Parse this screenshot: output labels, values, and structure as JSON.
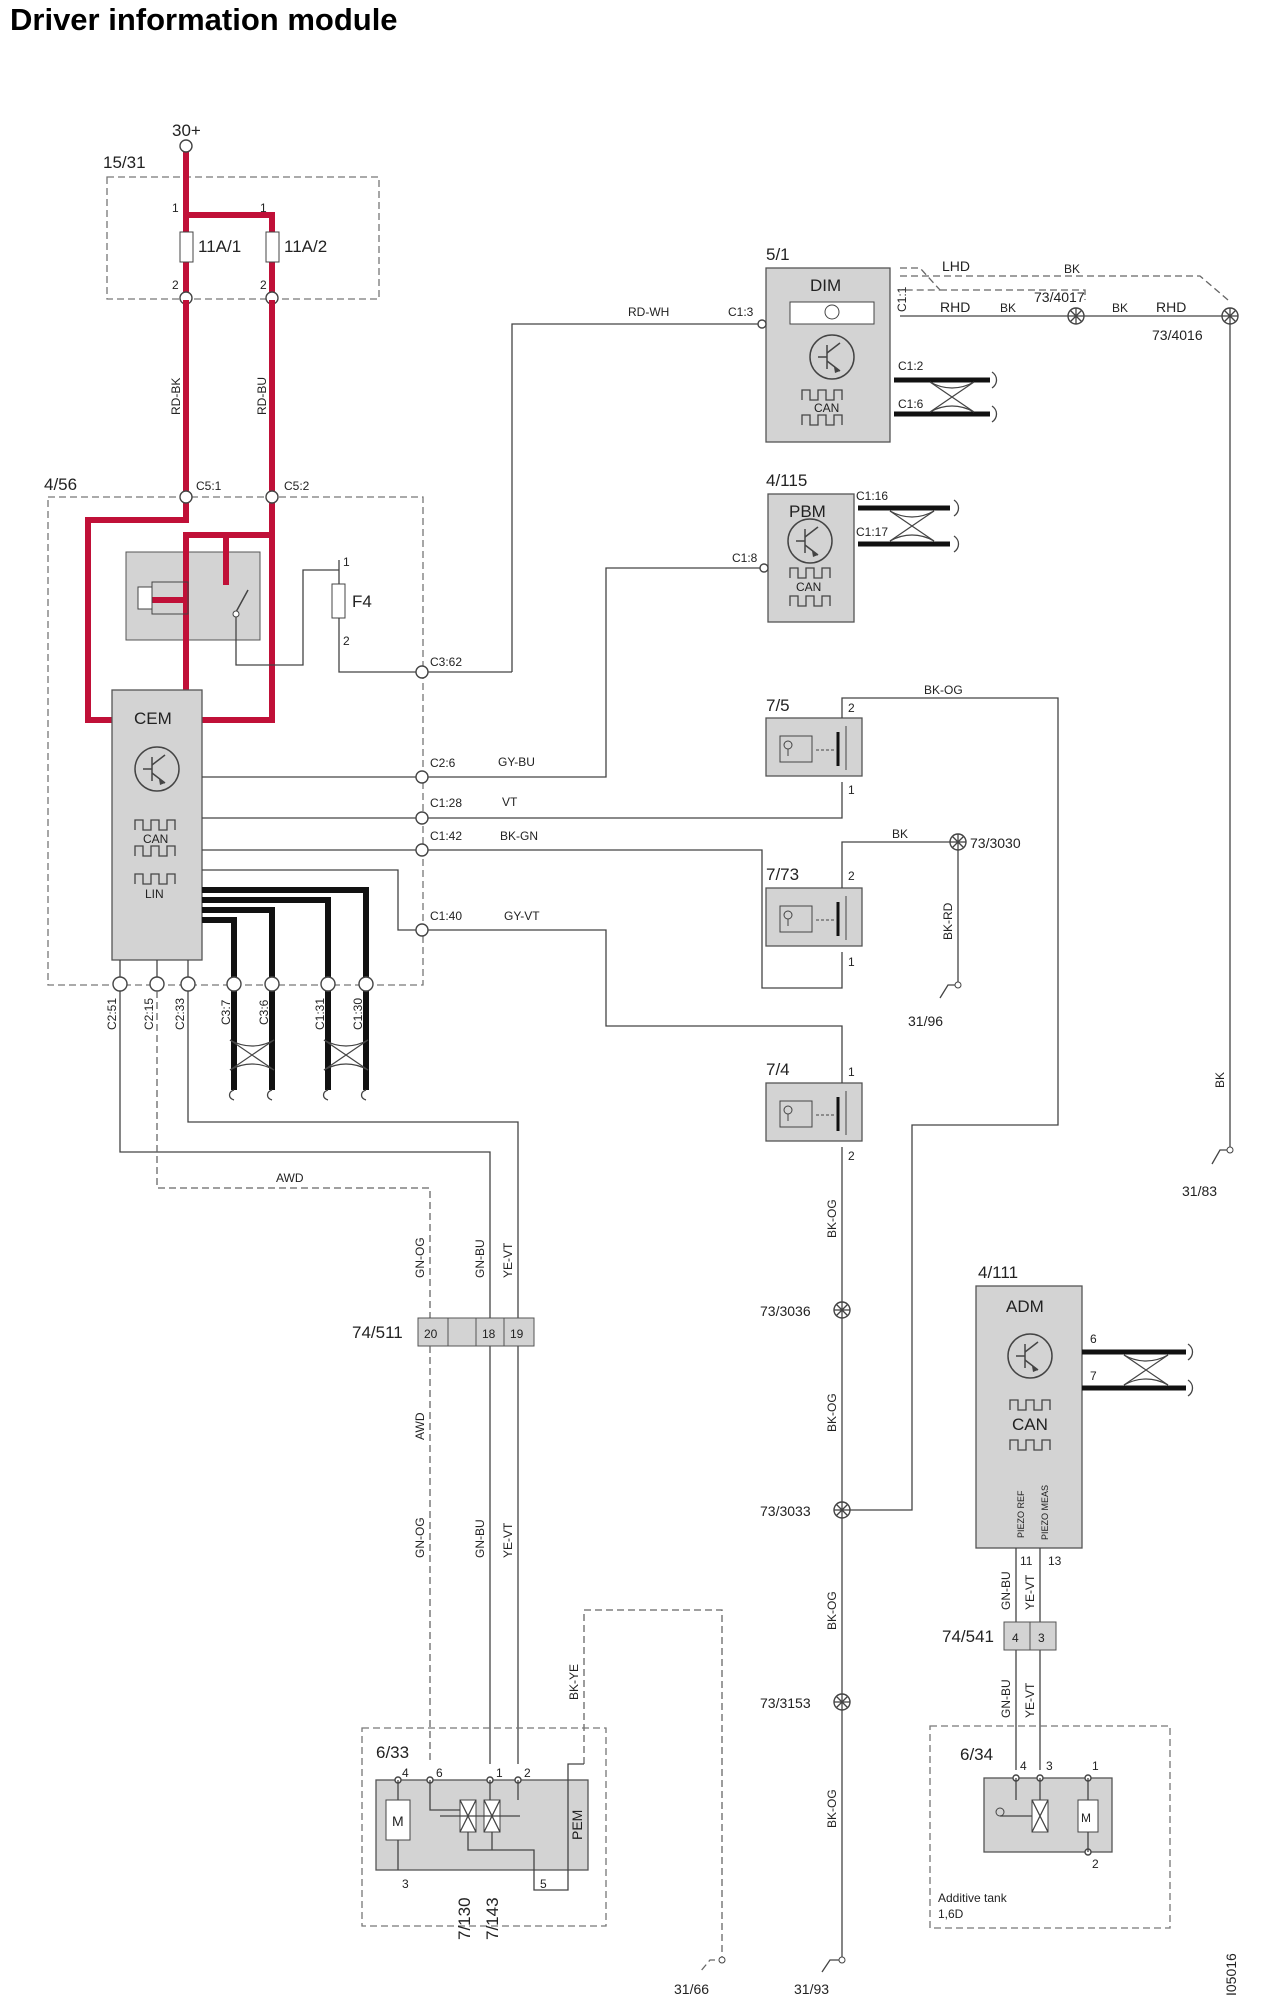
{
  "title": "Driver information module",
  "supply": {
    "terminal": "30+",
    "ignition": "15/31",
    "fuse_a": "11A/1",
    "fuse_b": "11A/2",
    "wire_a": "RD-BK",
    "wire_b": "RD-BU"
  },
  "cem": {
    "ref": "4/56",
    "name": "CEM",
    "can": "CAN",
    "lin": "LIN",
    "fuse": "F4",
    "c5_1": "C5:1",
    "c5_2": "C5:2",
    "c3_62": "C3:62",
    "c2_6": "C2:6",
    "c1_28": "C1:28",
    "c1_42": "C1:42",
    "c1_40": "C1:40",
    "c2_51": "C2:51",
    "c2_15": "C2:15",
    "c2_33": "C2:33",
    "c3_7": "C3:7",
    "c3_6": "C3:6",
    "c1_31": "C1:31",
    "c1_30": "C1:30"
  },
  "dim": {
    "ref": "5/1",
    "name": "DIM",
    "c1_3": "C1:3",
    "c1_1": "C1:1",
    "c1_2": "C1:2",
    "c1_6": "C1:6",
    "can": "CAN",
    "wire": "RD-WH",
    "lhd": "LHD",
    "rhd": "RHD",
    "bk": "BK",
    "g1": "73/4017",
    "g2": "73/4016"
  },
  "pbm": {
    "ref": "4/115",
    "name": "PBM",
    "c1_8": "C1:8",
    "c1_16": "C1:16",
    "c1_17": "C1:17",
    "can": "CAN"
  },
  "wires": {
    "gy_bu": "GY-BU",
    "vt": "VT",
    "bk_gn": "BK-GN",
    "gy_vt": "GY-VT",
    "bk_og": "BK-OG",
    "bk": "BK",
    "bk_rd": "BK-RD",
    "awd": "AWD",
    "gn_og": "GN-OG",
    "gn_bu": "GN-BU",
    "ye_vt": "YE-VT",
    "bk_ye": "BK-YE"
  },
  "switches": {
    "s1": "7/5",
    "s2": "7/73",
    "s3": "7/4"
  },
  "grounds": {
    "g3030": "73/3030",
    "g3036": "73/3036",
    "g3033": "73/3033",
    "g3153": "73/3153",
    "e96": "31/96",
    "e83": "31/83",
    "e93": "31/93",
    "e66": "31/66"
  },
  "connectors": {
    "c511": "74/511",
    "p20": "20",
    "p18": "18",
    "p19": "19",
    "c541": "74/541",
    "p4": "4",
    "p3": "3"
  },
  "adm": {
    "ref": "4/111",
    "name": "ADM",
    "can": "CAN",
    "p6": "6",
    "p7": "7",
    "p11": "11",
    "p13": "13",
    "piezo_ref": "PIEZO REF",
    "piezo_meas": "PIEZO MEAS"
  },
  "pem": {
    "ref": "6/33",
    "name": "PEM",
    "motor": "M",
    "v1": "7/130",
    "v2": "7/143"
  },
  "tank": {
    "ref": "6/34",
    "motor": "M",
    "label1": "Additive tank",
    "label2": "1,6D"
  },
  "figure_id": "I05016"
}
